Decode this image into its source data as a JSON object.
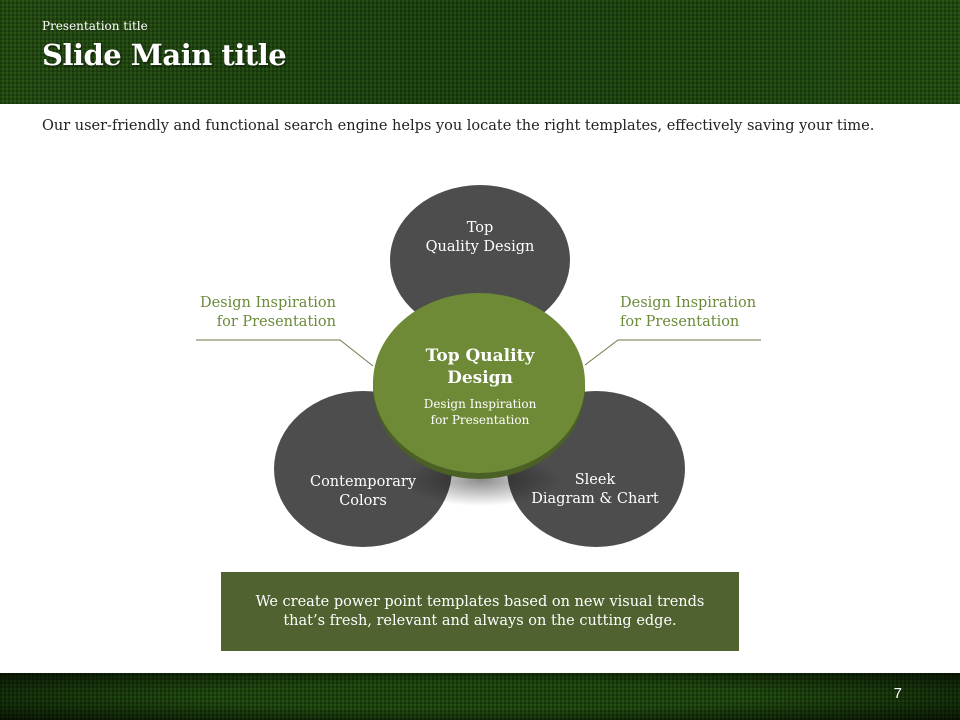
{
  "header": {
    "presentation_title": "Presentation title",
    "main_title": "Slide Main title"
  },
  "intro": "Our user-friendly and functional search engine helps you locate the right templates, effectively saving your time.",
  "diagram": {
    "top": "Top\nQuality Design",
    "left": "Contemporary\nColors",
    "right": "Sleek\nDiagram & Chart",
    "center_title": "Top Quality\nDesign",
    "center_sub": "Design Inspiration\nfor Presentation",
    "side_left": "Design Inspiration\nfor Presentation",
    "side_right": "Design Inspiration\nfor Presentation"
  },
  "callout": "We create power point templates based on new visual trends that’s fresh, relevant and always on the cutting edge.",
  "page_number": "7",
  "colors": {
    "green": "#6e8a37",
    "dark": "#4d4d4d",
    "callout": "#4f6230"
  }
}
